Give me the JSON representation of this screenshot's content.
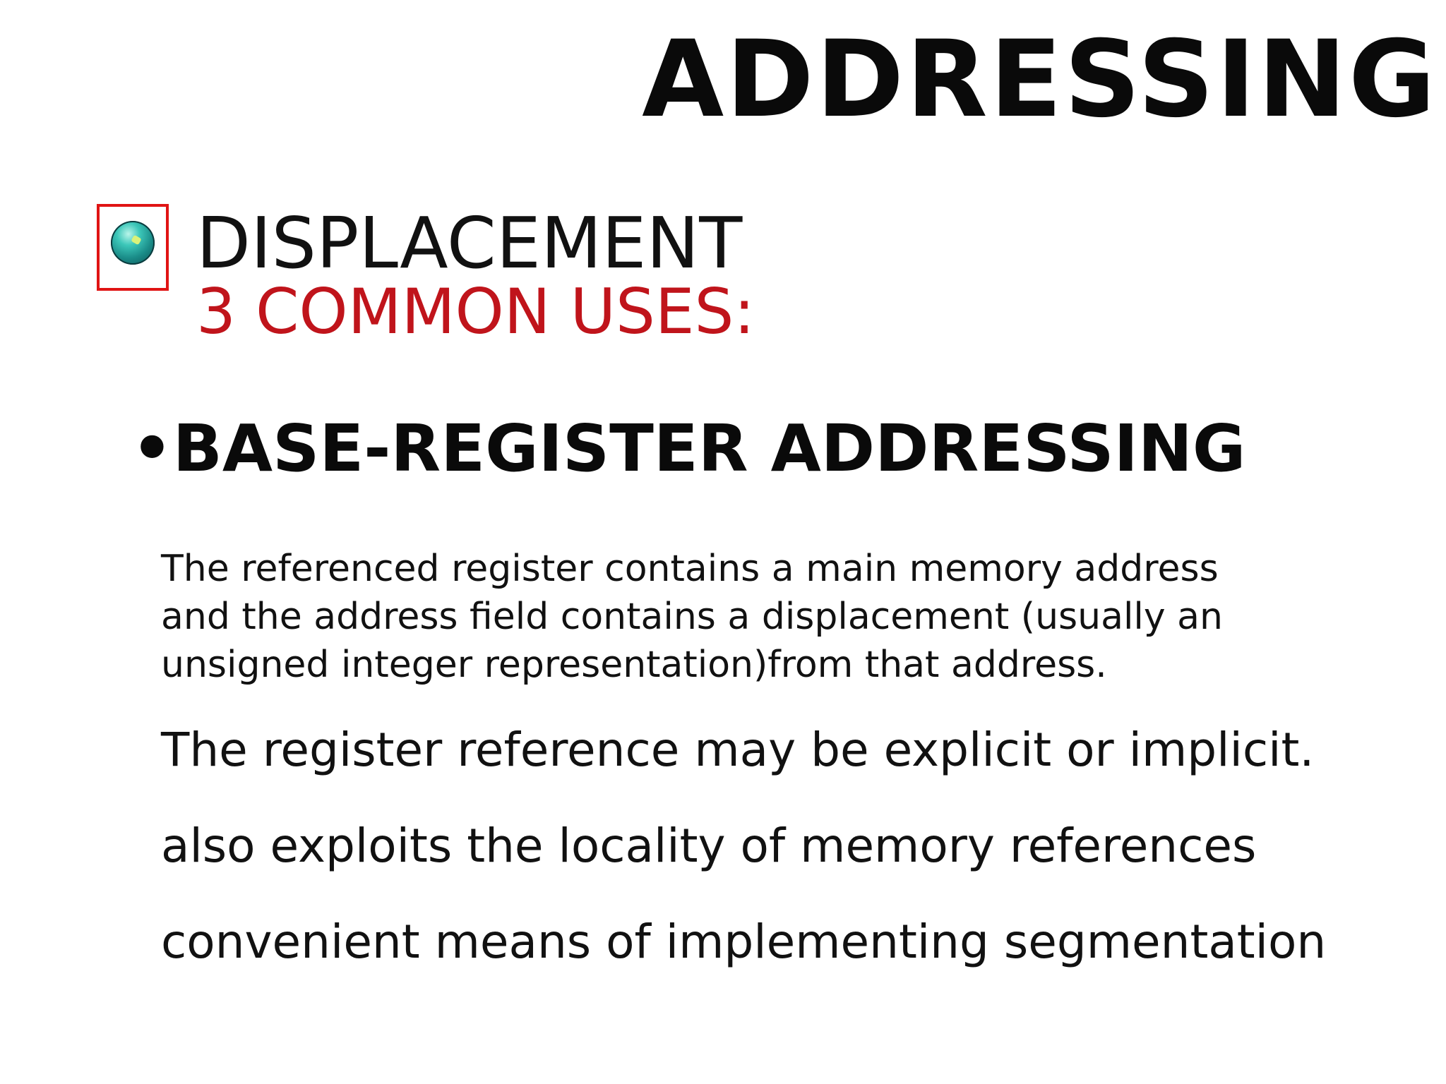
{
  "slide": {
    "title": "ADDRESSING",
    "heading": "DISPLACEMENT",
    "subheading": "3 COMMON USES:",
    "section_title": "•BASE-REGISTER ADDRESSING",
    "paragraph_lines": [
      "The referenced register contains a main memory address",
      "and the address field contains a displacement (usually an",
      "unsigned integer representation)from that address."
    ],
    "points": [
      "The register reference may be explicit or implicit.",
      "also exploits the locality of memory references",
      "convenient means of implementing segmentation"
    ]
  },
  "colors": {
    "title_text": "#0a0a0a",
    "accent_red": "#c0141b",
    "bullet_box_border": "#e01414",
    "bullet_gem": "#1a8c88"
  },
  "icons": {
    "bullet": "teal-gem-bullet-icon"
  }
}
